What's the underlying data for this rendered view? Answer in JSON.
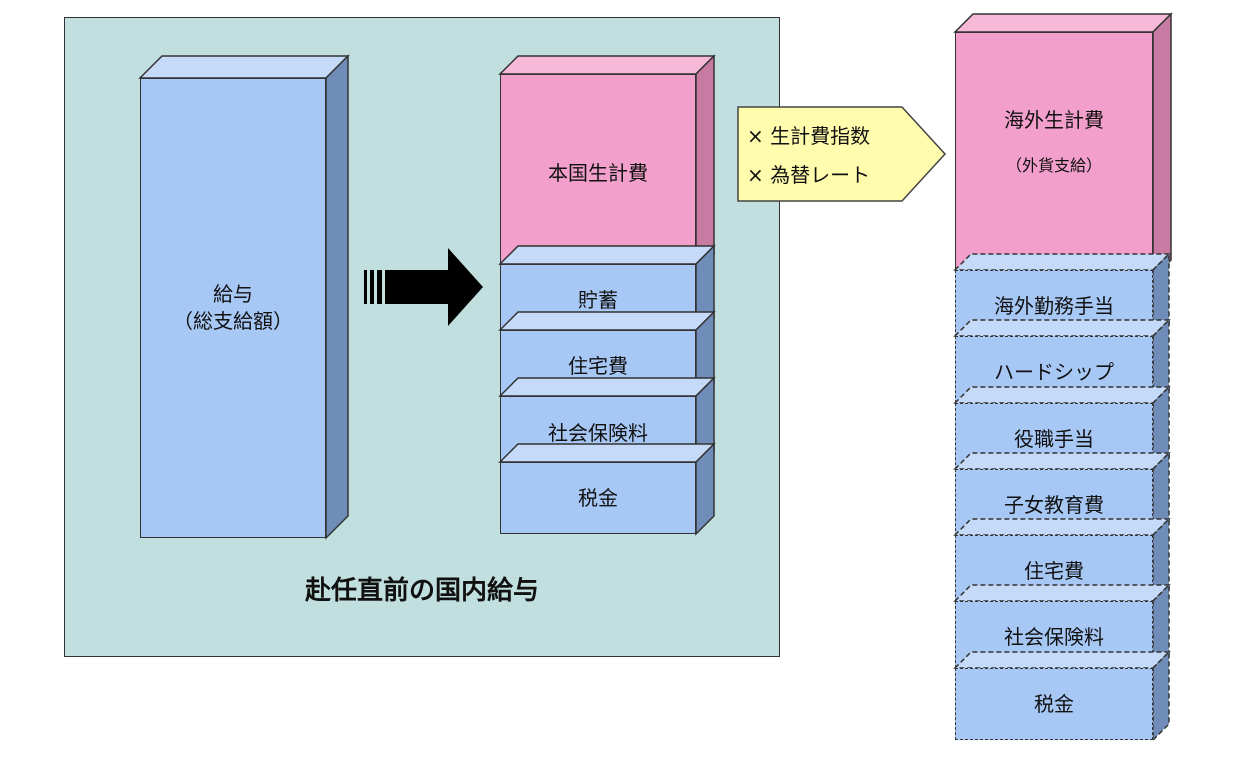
{
  "caption": "赴任直前の国内給与",
  "left_block": {
    "line1": "給与",
    "line2": "（総支給額）"
  },
  "breakdown": [
    "本国生計費",
    "貯蓄",
    "住宅費",
    "社会保険料",
    "税金"
  ],
  "conversion": {
    "line1": "× 生計費指数",
    "line2": "× 為替レート"
  },
  "overseas": {
    "main": {
      "line1": "海外生計費",
      "line2": "（外貨支給）"
    },
    "items": [
      "海外勤務手当",
      "ハードシップ",
      "役職手当",
      "子女教育費",
      "住宅費",
      "社会保険料",
      "税金"
    ]
  },
  "colors": {
    "panel_bg": "#c2dfdf",
    "blue_front": "#a7c8f5",
    "blue_top": "#c4daf8",
    "blue_side": "#6f8db8",
    "pink_front": "#f29fcb",
    "pink_top": "#f6b9d8",
    "pink_side": "#c77aa2",
    "callout_bg": "#fffcad"
  }
}
